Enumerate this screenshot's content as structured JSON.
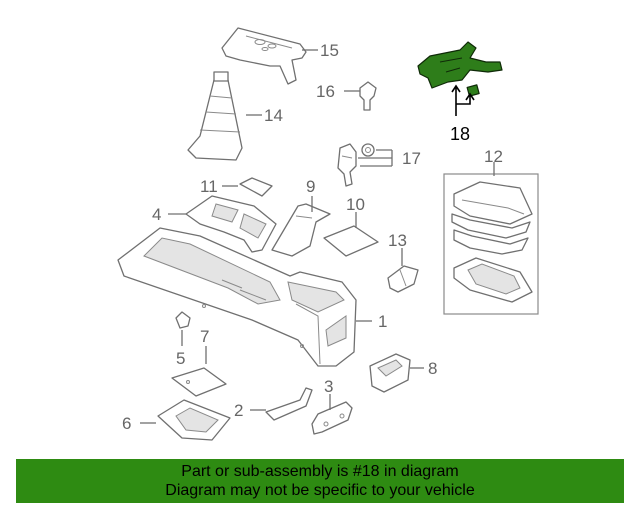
{
  "callouts": [
    {
      "id": "1",
      "label": "1"
    },
    {
      "id": "2",
      "label": "2"
    },
    {
      "id": "3",
      "label": "3"
    },
    {
      "id": "4",
      "label": "4"
    },
    {
      "id": "5",
      "label": "5"
    },
    {
      "id": "6",
      "label": "6"
    },
    {
      "id": "7",
      "label": "7"
    },
    {
      "id": "8",
      "label": "8"
    },
    {
      "id": "9",
      "label": "9"
    },
    {
      "id": "10",
      "label": "10"
    },
    {
      "id": "11",
      "label": "11"
    },
    {
      "id": "12",
      "label": "12"
    },
    {
      "id": "13",
      "label": "13"
    },
    {
      "id": "14",
      "label": "14"
    },
    {
      "id": "15",
      "label": "15"
    },
    {
      "id": "16",
      "label": "16"
    },
    {
      "id": "17",
      "label": "17"
    },
    {
      "id": "18",
      "label": "18"
    }
  ],
  "highlight": {
    "part": "18",
    "color": "#2e7d1a"
  },
  "banner": {
    "line1": "Part or sub-assembly is #18 in diagram",
    "line2": "Diagram may not be specific to your vehicle",
    "background": "#2e8b12"
  }
}
